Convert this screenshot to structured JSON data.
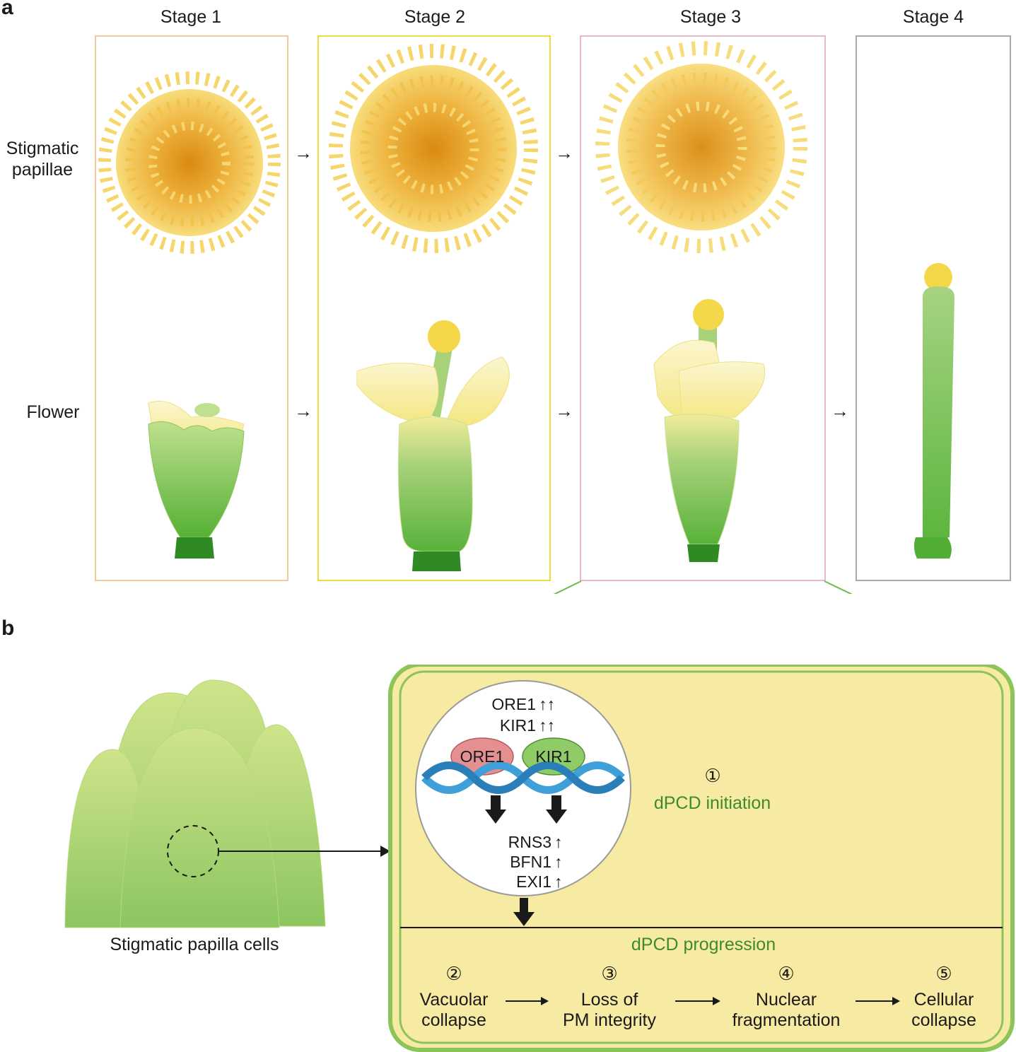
{
  "panel_a": {
    "letter": "a",
    "stages": [
      "Stage 1",
      "Stage 2",
      "Stage 3",
      "Stage 4"
    ],
    "row_labels": {
      "papillae": "Stigmatic\npapillae",
      "flower": "Flower"
    }
  },
  "panel_b": {
    "letter": "b",
    "cells_label": "Stigmatic papilla cells",
    "genes_up": [
      "ORE1",
      "KIR1"
    ],
    "tf_ore1": "ORE1",
    "tf_kir1": "KIR1",
    "targets": [
      "RNS3",
      "BFN1",
      "EXI1"
    ],
    "initiation_num": "①",
    "initiation_label": "dPCD initiation",
    "progression_label": "dPCD progression",
    "steps": [
      {
        "num": "②",
        "label": "Vacuolar\ncollapse"
      },
      {
        "num": "③",
        "label": "Loss of\nPM integrity"
      },
      {
        "num": "④",
        "label": "Nuclear\nfragmentation"
      },
      {
        "num": "⑤",
        "label": "Cellular\ncollapse"
      }
    ]
  },
  "colors": {
    "frame_stage1": "#f2c79a",
    "frame_stage2": "#eedc3c",
    "frame_stage3": "#e9b8c7",
    "frame_stage4": "#a8a8a8",
    "cell_fill": "#f7eaa2",
    "cell_border": "#8cc45a",
    "green_text": "#3e8a2e",
    "ore1": "#e58f91",
    "kir1": "#8fcc68",
    "dna": "#3f9fd8"
  }
}
